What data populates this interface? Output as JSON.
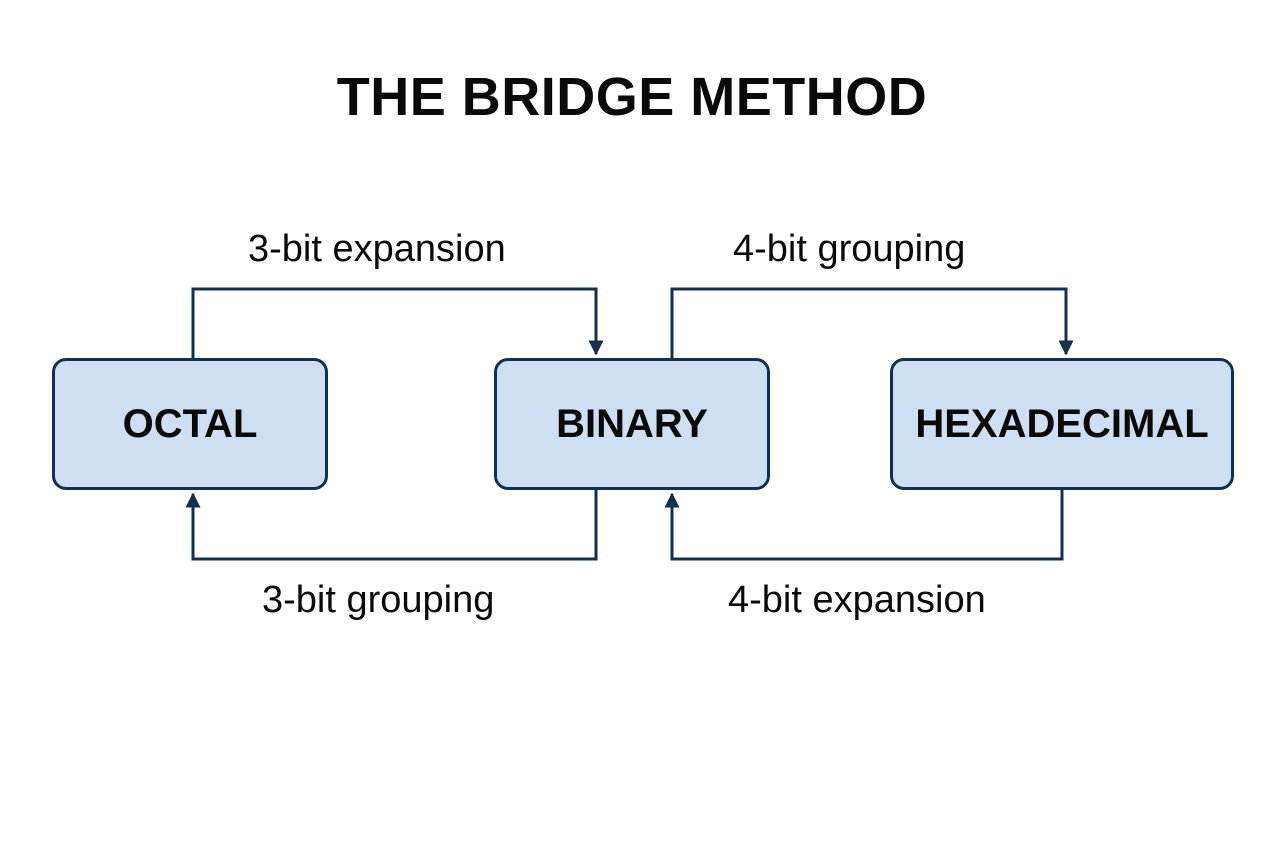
{
  "title": "THE BRIDGE METHOD",
  "nodes": {
    "octal": "OCTAL",
    "binary": "BINARY",
    "hexadecimal": "HEXADECIMAL"
  },
  "edges": {
    "octal_to_binary": "3-bit expansion",
    "binary_to_hex": "4-bit grouping",
    "binary_to_octal": "3-bit grouping",
    "hex_to_binary": "4-bit expansion"
  },
  "colors": {
    "node_fill": "#cfdff3",
    "line": "#14304f",
    "text": "#0a0a0a",
    "background": "#ffffff"
  }
}
